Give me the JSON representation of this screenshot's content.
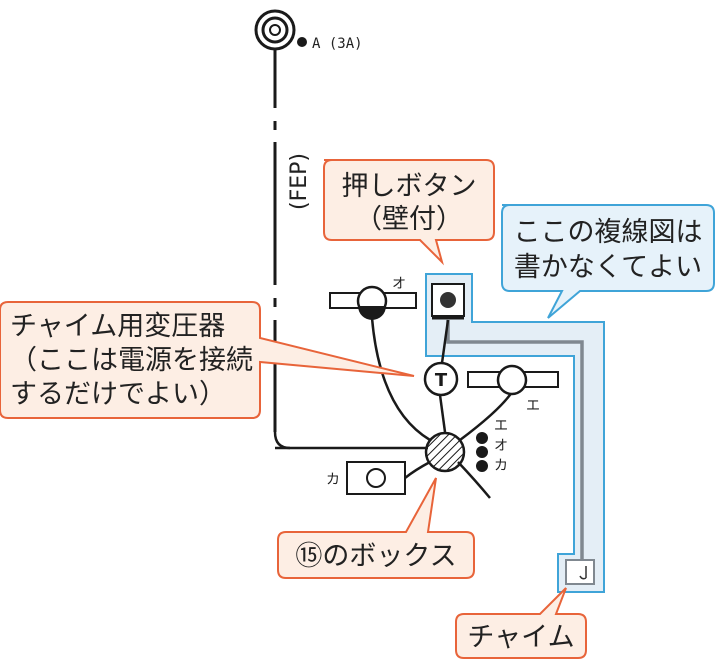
{
  "diagram": {
    "source_label": "A (3A)",
    "conduit_label": "(FEP)",
    "box_side_labels": [
      "エ",
      "オ",
      "カ"
    ],
    "fixture_labels": {
      "top_left_light": "オ",
      "right_light": "エ",
      "bottom_left_fixture": "カ"
    },
    "transformer_symbol": "T"
  },
  "callouts": {
    "push_button": [
      "押しボタン",
      "（壁付）"
    ],
    "no_double_line": [
      "ここの複線図は",
      "書かなくてよい"
    ],
    "chime_transformer": [
      "チャイム用変圧器",
      "（ここは電源を接続",
      "するだけでよい）"
    ],
    "box": [
      "⑮のボックス"
    ],
    "chime": [
      "チャイム"
    ]
  },
  "colors": {
    "callout_orange_border": "#e8643a",
    "callout_orange_fill": "#fdeee4",
    "callout_blue_border": "#3fa4d8",
    "callout_blue_fill": "#e6f2fa",
    "highlight_region_fill": "#e4eef6",
    "line_color": "#1a1a1a"
  }
}
